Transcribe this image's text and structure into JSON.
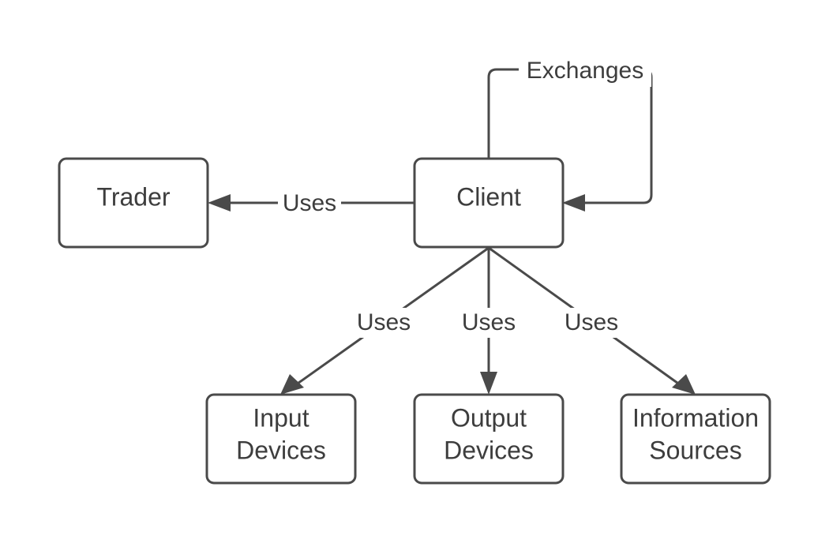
{
  "diagram": {
    "nodes": {
      "trader": {
        "label": "Trader"
      },
      "client": {
        "label": "Client"
      },
      "input_devices": {
        "line1": "Input",
        "line2": "Devices"
      },
      "output_devices": {
        "line1": "Output",
        "line2": "Devices"
      },
      "information_sources": {
        "line1": "Information",
        "line2": "Sources"
      }
    },
    "edges": {
      "client_trader": {
        "label": "Uses"
      },
      "client_exchanges": {
        "label": "Exchanges"
      },
      "client_input": {
        "label": "Uses"
      },
      "client_output": {
        "label": "Uses"
      },
      "client_info": {
        "label": "Uses"
      }
    },
    "colors": {
      "stroke": "#4a4a4a",
      "text": "#3d3d3d",
      "background": "#ffffff"
    }
  }
}
